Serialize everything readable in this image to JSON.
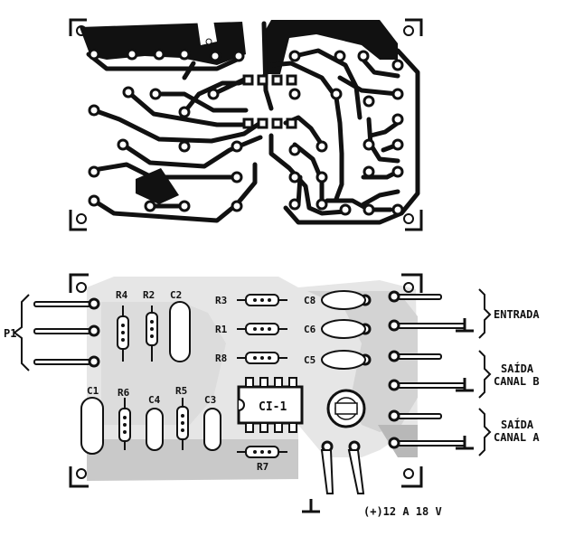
{
  "labels": {
    "p1": "P1",
    "entrada": "ENTRADA",
    "saida_b_line1": "SAÍDA",
    "saida_b_line2": "CANAL B",
    "saida_a_line1": "SAÍDA",
    "saida_a_line2": "CANAL A",
    "power": "(+)12 A 18 V",
    "ic": "CI-1"
  },
  "components": {
    "r1": "R1",
    "r2": "R2",
    "r3": "R3",
    "r4": "R4",
    "r5": "R5",
    "r6": "R6",
    "r7": "R7",
    "r8": "R8",
    "c1": "C1",
    "c2": "C2",
    "c3": "C3",
    "c4": "C4",
    "c5": "C5",
    "c6": "C6",
    "c8": "C8"
  },
  "colors": {
    "ink": "#111111",
    "board_shade": "#c9c9c9",
    "board_light": "#e6e6e6",
    "background": "#ffffff"
  }
}
